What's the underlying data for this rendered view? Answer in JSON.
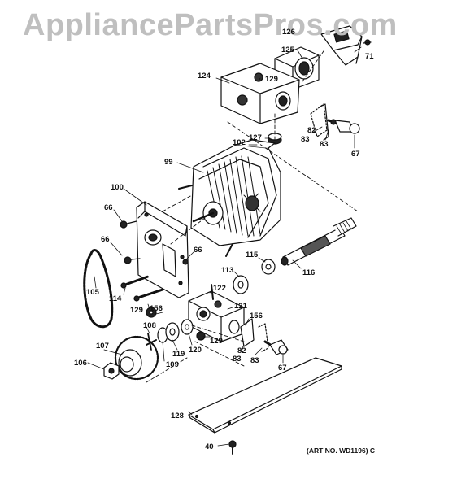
{
  "watermark": "AppliancePartsPros.com",
  "art_number": "(ART NO. WD1196) C",
  "part_labels": {
    "p71": "71",
    "p125": "125",
    "p126": "126",
    "p124": "124",
    "p129a": "129",
    "p82a": "82",
    "p83a": "83",
    "p83b": "83",
    "p67a": "67",
    "p127": "127",
    "p102": "102",
    "p99": "99",
    "p100": "100",
    "p66a": "66",
    "p66b": "66",
    "p66c": "66",
    "p115": "115",
    "p116": "116",
    "p113": "113",
    "p122": "122",
    "p105": "105",
    "p114": "114",
    "p129b": "129",
    "p156a": "156",
    "p121": "121",
    "p156b": "156",
    "p108": "108",
    "p107": "107",
    "p119": "119",
    "p120": "120",
    "p129c": "129",
    "p82b": "82",
    "p83c": "83",
    "p83d": "83",
    "p109": "109",
    "p106": "106",
    "p67b": "67",
    "p128": "128",
    "p40": "40"
  }
}
